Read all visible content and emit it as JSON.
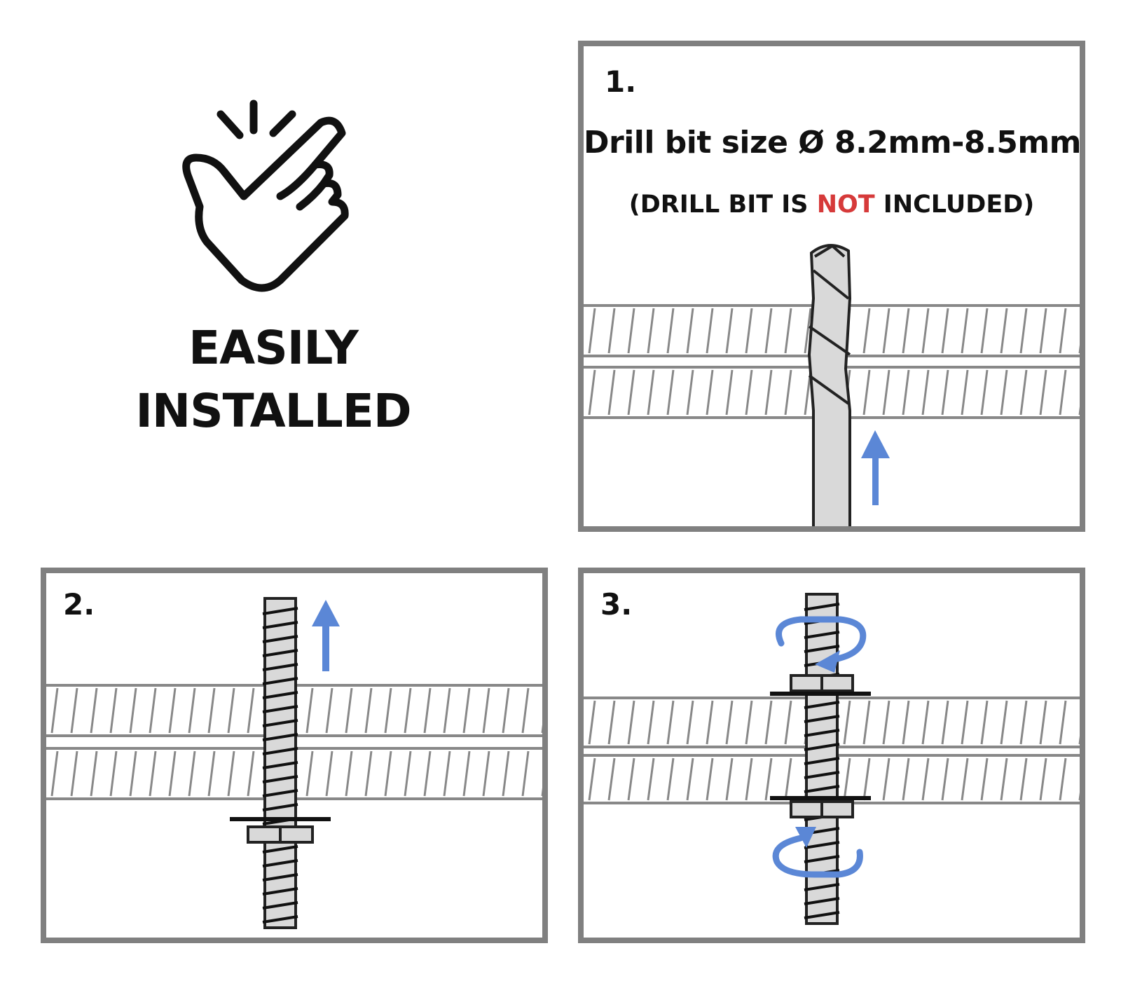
{
  "hero": {
    "icon": "snap-fingers-hand-icon",
    "line1": "EASILY",
    "line2": "INSTALLED"
  },
  "steps": [
    {
      "number": "1.",
      "title": "Drill bit size Ø 8.2mm-8.5mm",
      "note_prefix": "(DRILL BIT IS ",
      "note_emphasis": "NOT",
      "note_suffix": " INCLUDED)",
      "illustration": "drill-bit-through-ceiling-icon"
    },
    {
      "number": "2.",
      "illustration": "threaded-rod-insert-icon"
    },
    {
      "number": "3.",
      "illustration": "nuts-tighten-icon"
    }
  ],
  "colors": {
    "border": "#808080",
    "arrow": "#5b87d6",
    "emphasis": "#d63a3a",
    "metal": "#d9d9d9"
  }
}
